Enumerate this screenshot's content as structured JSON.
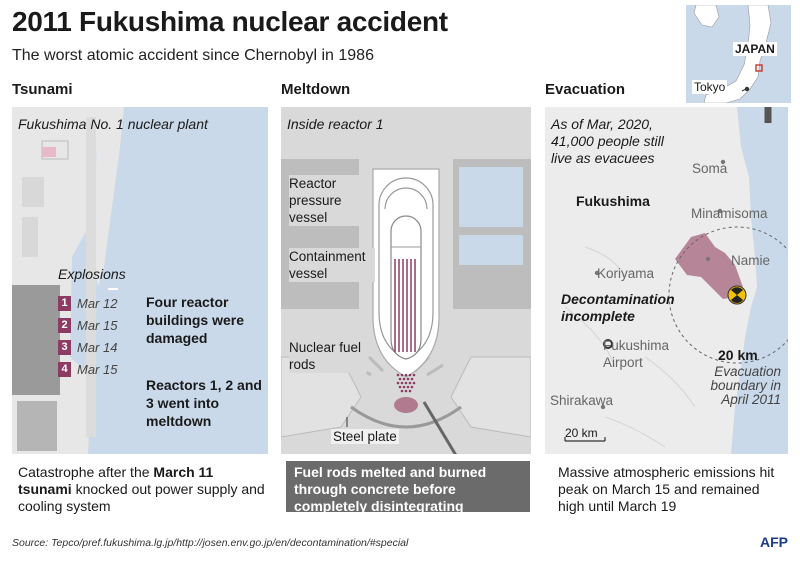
{
  "header": {
    "title": "2011 Fukushima nuclear accident",
    "subtitle": "The worst atomic accident since Chernobyl in 1986"
  },
  "locator": {
    "country": "JAPAN",
    "city": "Tokyo"
  },
  "tsunami": {
    "heading": "Tsunami",
    "panel_title": "Fukushima No. 1 nuclear plant",
    "explosions_title": "Explosions",
    "explosions": [
      {
        "num": "1",
        "date": "Mar 12"
      },
      {
        "num": "2",
        "date": "Mar 15"
      },
      {
        "num": "3",
        "date": "Mar 14"
      },
      {
        "num": "4",
        "date": "Mar 15"
      }
    ],
    "note1": "Four reactor buildings were damaged",
    "note2": "Reactors 1, 2 and 3 went into meltdown",
    "caption_pre": "Catastrophe after the ",
    "caption_bold": "March 11",
    "caption_bold2": "tsunami",
    "caption_post": " knocked out power supply and cooling system"
  },
  "meltdown": {
    "heading": "Meltdown",
    "panel_title": "Inside reactor 1",
    "labels": {
      "pressure": "Reactor pressure vessel",
      "containment": "Containment vessel",
      "fuel": "Nuclear fuel rods",
      "steel": "Steel plate"
    },
    "caption": "Fuel rods melted and burned through concrete before completely disintegrating"
  },
  "evacuation": {
    "heading": "Evacuation",
    "note": "As of Mar, 2020, 41,000 people still live as evacuees",
    "places": {
      "soma": "Soma",
      "fukushima": "Fukushima",
      "minamisoma": "Minamisoma",
      "namie": "Namie",
      "koriyama": "Koriyama",
      "airport": "Fukushima Airport",
      "shirakawa": "Shirakawa"
    },
    "decontamination": "Decontamination incomplete",
    "radius": "20 km",
    "boundary": "Evacuation boundary in April 2011",
    "scale": "20 km",
    "caption": "Massive atmospheric emissions hit peak on March 15 and remained high until March 19"
  },
  "footer": {
    "source": "Source: Tepco/pref.fukushima.lg.jp/http://josen.env.go.jp/en/decontamination/#special",
    "credit": "AFP"
  },
  "colors": {
    "sea": "#c9d9ea",
    "land": "#e7e7e7",
    "dark_panel": "#6b6b6b",
    "zone": "#b07a8f",
    "badge": "#8e3b63"
  }
}
